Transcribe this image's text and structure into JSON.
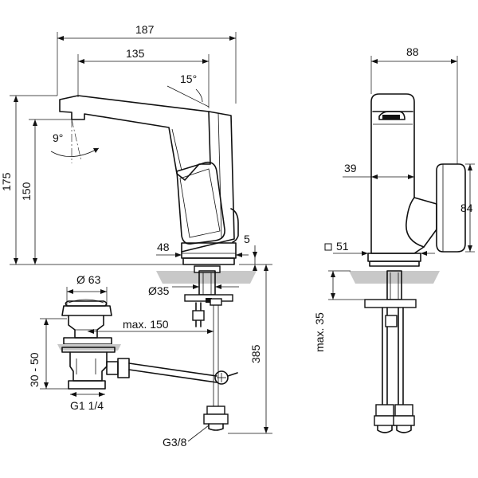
{
  "dimensions": {
    "overall_length": "187",
    "spout_reach": "135",
    "spout_angle": "15°",
    "aerator_angle": "9°",
    "total_height": "175",
    "spout_height": "150",
    "base_height": "48",
    "base_lip": "5",
    "shank_diameter": "Ø35",
    "overall_depth": "88",
    "lever_offset": "39",
    "lever_height": "84",
    "base_square": "51",
    "max_thickness": "max. 35",
    "flex_hose_length": "385",
    "waste_diameter": "Ø 63",
    "max_reach": "max. 150",
    "waste_height": "30 - 50",
    "waste_thread": "G1 1/4",
    "connection_thread": "G3/8"
  }
}
